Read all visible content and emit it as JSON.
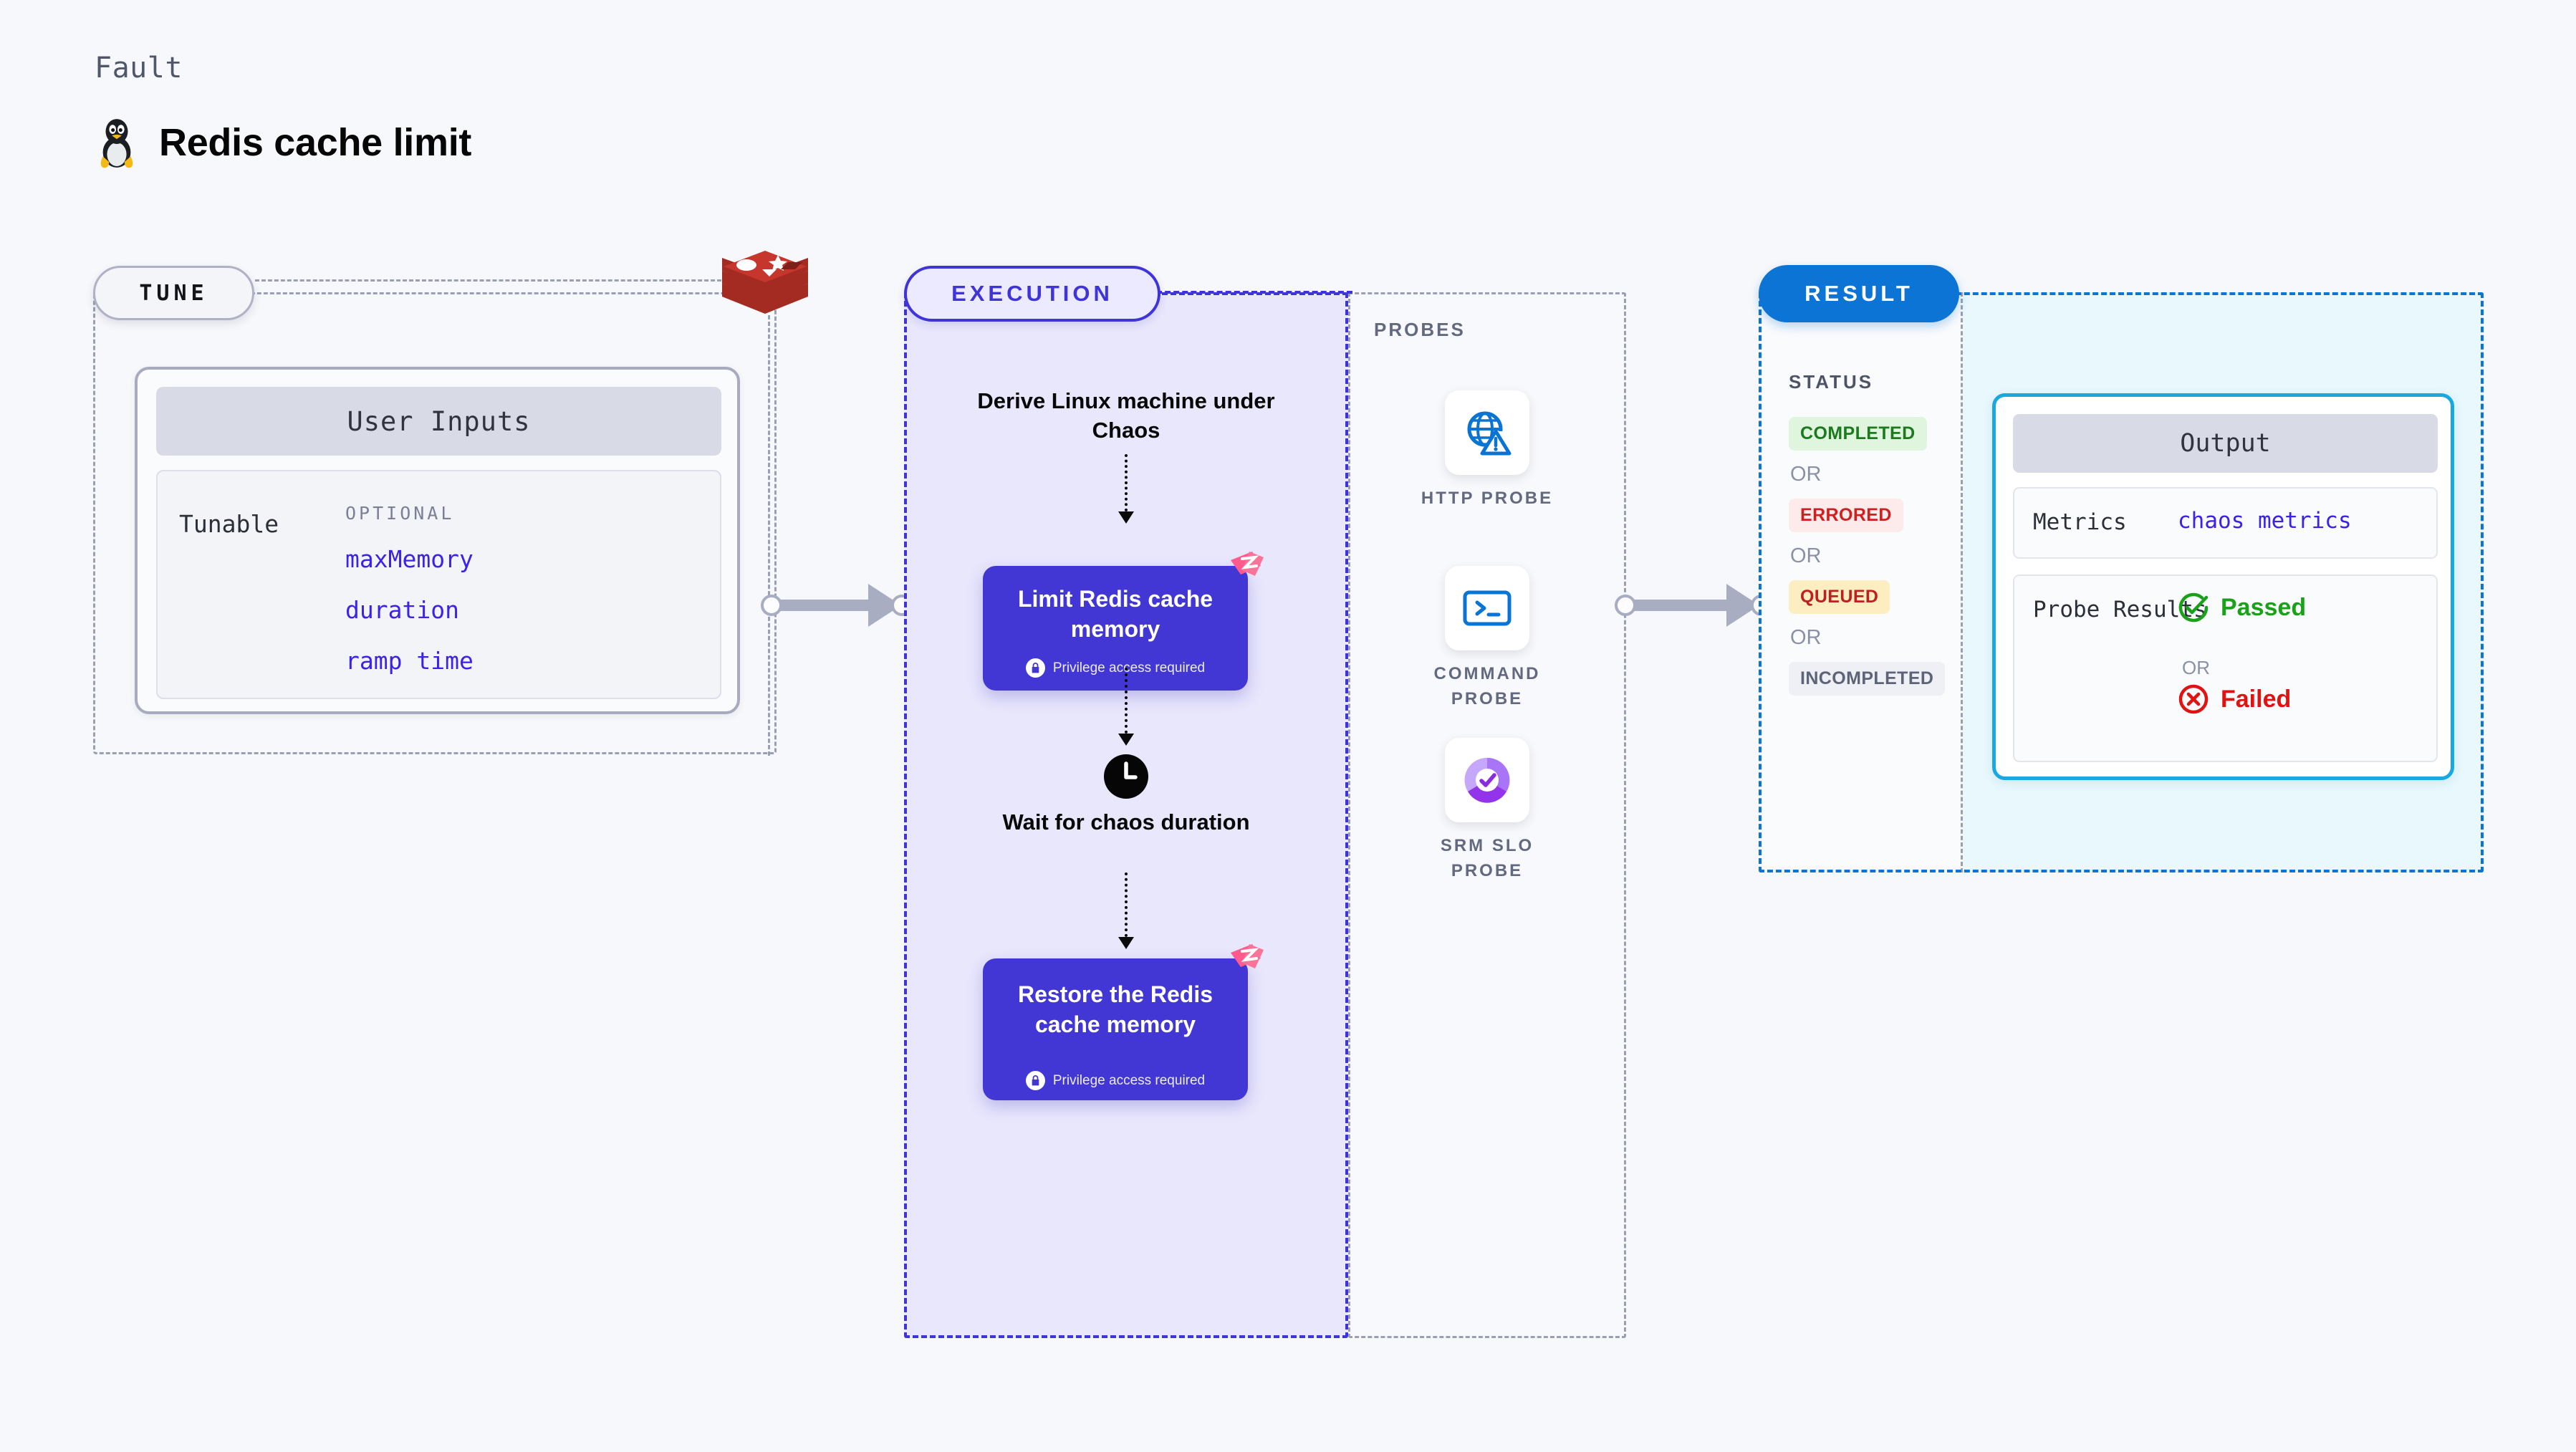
{
  "header": {
    "eyebrow": "Fault",
    "title": "Redis cache limit",
    "os_icon": "linux-tux-icon"
  },
  "tune": {
    "pill_label": "TUNE",
    "target_icon": "redis-logo-icon",
    "card": {
      "title": "User Inputs",
      "row_label": "Tunable",
      "optional_label": "OPTIONAL",
      "tunables": [
        "maxMemory",
        "duration",
        "ramp time"
      ]
    }
  },
  "execution": {
    "pill_label": "EXECUTION",
    "steps": [
      {
        "kind": "text",
        "label": "Derive Linux machine under Chaos"
      },
      {
        "kind": "node",
        "label": "Limit Redis cache memory",
        "sub": "Privilege access required",
        "icon": "lock-icon",
        "badge": "harness-flag-icon"
      },
      {
        "kind": "wait",
        "label": "Wait for chaos duration",
        "icon": "clock-icon"
      },
      {
        "kind": "node",
        "label": "Restore the Redis cache memory",
        "sub": "Privilege access required",
        "icon": "lock-icon",
        "badge": "harness-flag-icon"
      }
    ]
  },
  "probes": {
    "section_label": "PROBES",
    "items": [
      {
        "label": "HTTP PROBE",
        "icon": "globe-warning-icon"
      },
      {
        "label": "COMMAND PROBE",
        "icon": "terminal-icon"
      },
      {
        "label": "SRM SLO PROBE",
        "icon": "slo-donut-check-icon"
      }
    ]
  },
  "result": {
    "pill_label": "RESULT",
    "status_label": "STATUS",
    "or_label": "OR",
    "statuses": [
      {
        "label": "COMPLETED",
        "fg": "#1b7a1e",
        "bg": "#dff5dd"
      },
      {
        "label": "ERRORED",
        "fg": "#cf2020",
        "bg": "#fdeaea"
      },
      {
        "label": "QUEUED",
        "fg": "#c01f1f",
        "bg": "#fdeec2"
      },
      {
        "label": "INCOMPLETED",
        "fg": "#5d6478",
        "bg": "#eef0f5"
      }
    ],
    "output": {
      "title": "Output",
      "metrics_key": "Metrics",
      "metrics_value": "chaos metrics",
      "probe_results_key": "Probe Results",
      "or_label": "OR",
      "passed_label": "Passed",
      "failed_label": "Failed",
      "passed_icon": "check-circle-icon",
      "failed_icon": "x-circle-icon"
    }
  },
  "colors": {
    "execution_accent": "#3f34d8",
    "node_fill": "#4237d4",
    "result_accent": "#0c74d4",
    "output_border": "#19a8e0",
    "connector": "#a9adc2",
    "tunable_text": "#3b22e8",
    "passed": "#1aa11a",
    "failed": "#e01212"
  }
}
